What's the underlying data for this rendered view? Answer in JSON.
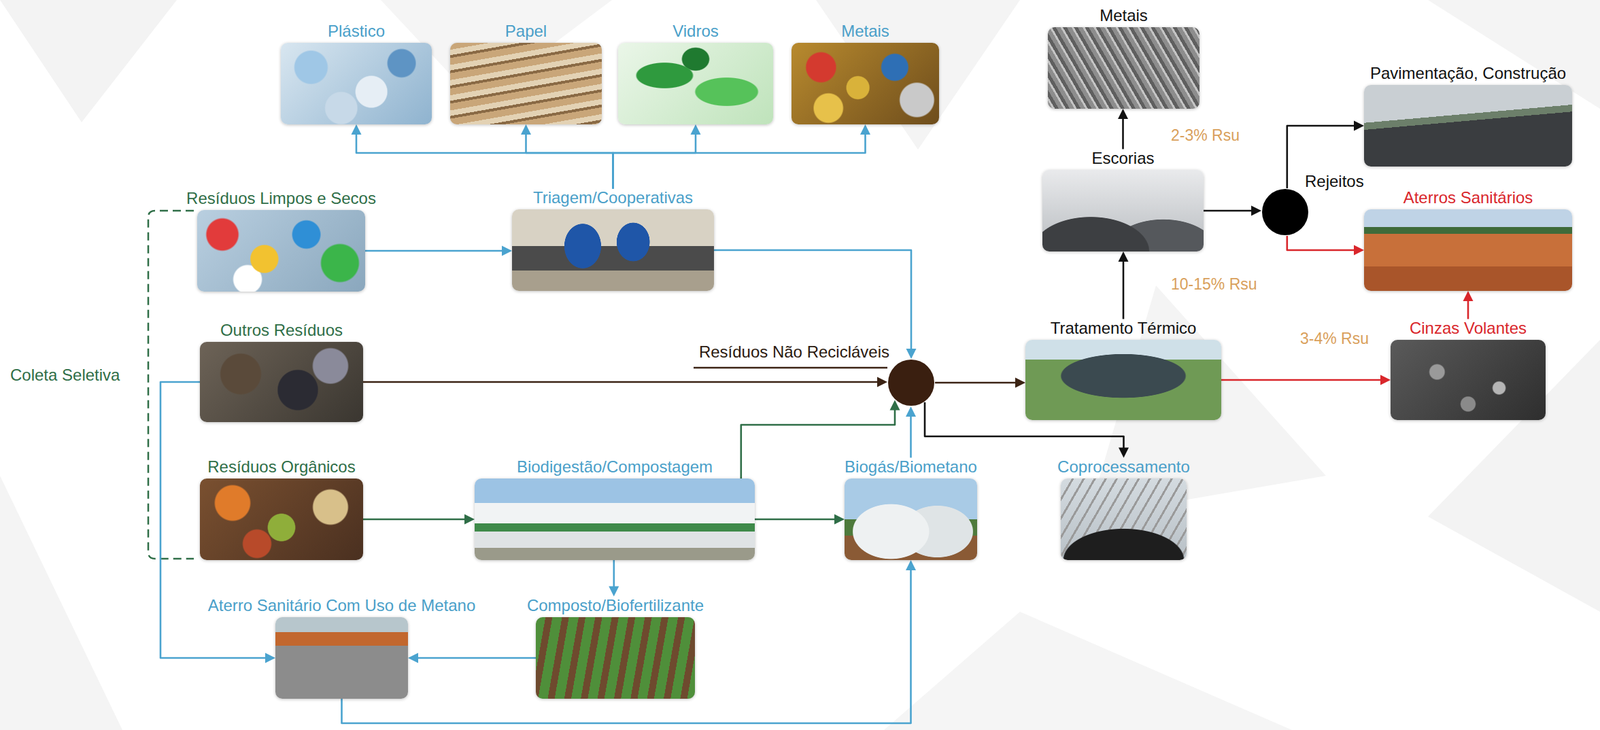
{
  "diagram": {
    "nodes": [
      {
        "text": [
          "Plástico"
        ]
      },
      {
        "text": [
          "Papel"
        ]
      },
      {
        "text": [
          "Vidros"
        ]
      },
      {
        "text": [
          "Metais"
        ]
      },
      {
        "text": [
          "Metais"
        ]
      },
      {
        "text": [
          "Pavimentação, Construção"
        ]
      },
      {
        "text": [
          "Escorias"
        ]
      },
      {
        "text": [
          "Rejeitos"
        ]
      },
      {
        "text": [
          "Aterros Sanitários"
        ]
      },
      {
        "text": [
          "Resíduos Limpos e Secos"
        ]
      },
      {
        "text": [
          "Triagem/Cooperativas"
        ]
      },
      {
        "text": [
          "Outros Resíduos"
        ]
      },
      {
        "text": [
          "Resíduos Não Recicláveis"
        ]
      },
      {
        "text": [
          "Tratamento Térmico"
        ]
      },
      {
        "text": [
          "Cinzas Volantes"
        ]
      },
      {
        "text": [
          "Resíduos Orgânicos"
        ]
      },
      {
        "text": [
          "Biodigestão/Compostagem"
        ]
      },
      {
        "text": [
          "Biogás/Biometano"
        ]
      },
      {
        "text": [
          "Coprocessamento"
        ]
      },
      {
        "text": [
          "Aterro Sanitário Com Uso de Metano"
        ]
      },
      {
        "text": [
          "Composto/Biofertilizante"
        ]
      }
    ],
    "edges": [
      {
        "from": 10,
        "to": 0,
        "arrow": "to"
      },
      {
        "from": 10,
        "to": 1,
        "arrow": "to"
      },
      {
        "from": 10,
        "to": 2,
        "arrow": "to"
      },
      {
        "from": 10,
        "to": 3,
        "arrow": "to"
      },
      {
        "from": 9,
        "to": 10,
        "arrow": "to"
      },
      {
        "from": 10,
        "to": 12,
        "arrow": "to"
      },
      {
        "from": 11,
        "to": 12,
        "arrow": "to"
      },
      {
        "from": 11,
        "to": 19,
        "arrow": "to"
      },
      {
        "from": 15,
        "to": 16,
        "arrow": "to"
      },
      {
        "from": 16,
        "to": 12,
        "arrow": "to"
      },
      {
        "from": 16,
        "to": 17,
        "arrow": "to"
      },
      {
        "from": 16,
        "to": 20,
        "arrow": "to"
      },
      {
        "from": 20,
        "to": 19,
        "arrow": "to"
      },
      {
        "from": 19,
        "to": 17,
        "arrow": "to"
      },
      {
        "from": 17,
        "to": 12,
        "arrow": "to"
      },
      {
        "from": 12,
        "to": 13,
        "arrow": "to"
      },
      {
        "from": 12,
        "to": 18,
        "arrow": "to"
      },
      {
        "from": 13,
        "to": 6,
        "arrow": "to"
      },
      {
        "from": 6,
        "to": 4,
        "arrow": "to"
      },
      {
        "from": 6,
        "to": 7,
        "arrow": "to"
      },
      {
        "from": 7,
        "to": 5,
        "arrow": "to"
      },
      {
        "from": 7,
        "to": 8,
        "arrow": "to"
      },
      {
        "from": 13,
        "to": 14,
        "arrow": "to"
      },
      {
        "from": 14,
        "to": 8,
        "arrow": "to"
      }
    ],
    "labels": [
      "Coleta Seletiva",
      "2-3% Rsu",
      "10-15% Rsu",
      "3-4% Rsu"
    ]
  }
}
